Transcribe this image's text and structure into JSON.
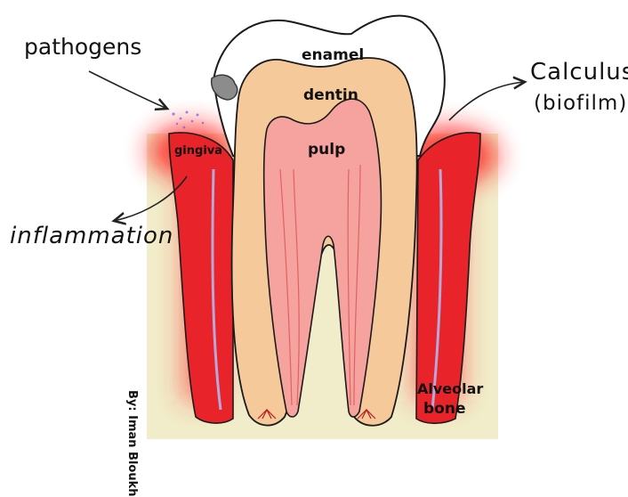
{
  "labels": {
    "pathogens": "pathogens",
    "inflammation": "inflammation",
    "calculus": "Calculus",
    "biofilm": "(biofilm)",
    "enamel": "enamel",
    "dentin": "dentin",
    "pulp": "pulp",
    "gingiva": "gingiva",
    "alveolar": "Alveolar",
    "bone": "bone",
    "credit": "By: Iman Bloukh"
  },
  "colors": {
    "bone": "#f1ecc9",
    "gingiva": "#e8232a",
    "inflammation_glow": "#ff1a1a",
    "dentin": "#f5c99a",
    "pulp": "#f6a3a0",
    "enamel": "#ffffff",
    "outline": "#1b1b1b",
    "vessel": "#b7a8d8",
    "calculus": "#8c8c8c"
  }
}
